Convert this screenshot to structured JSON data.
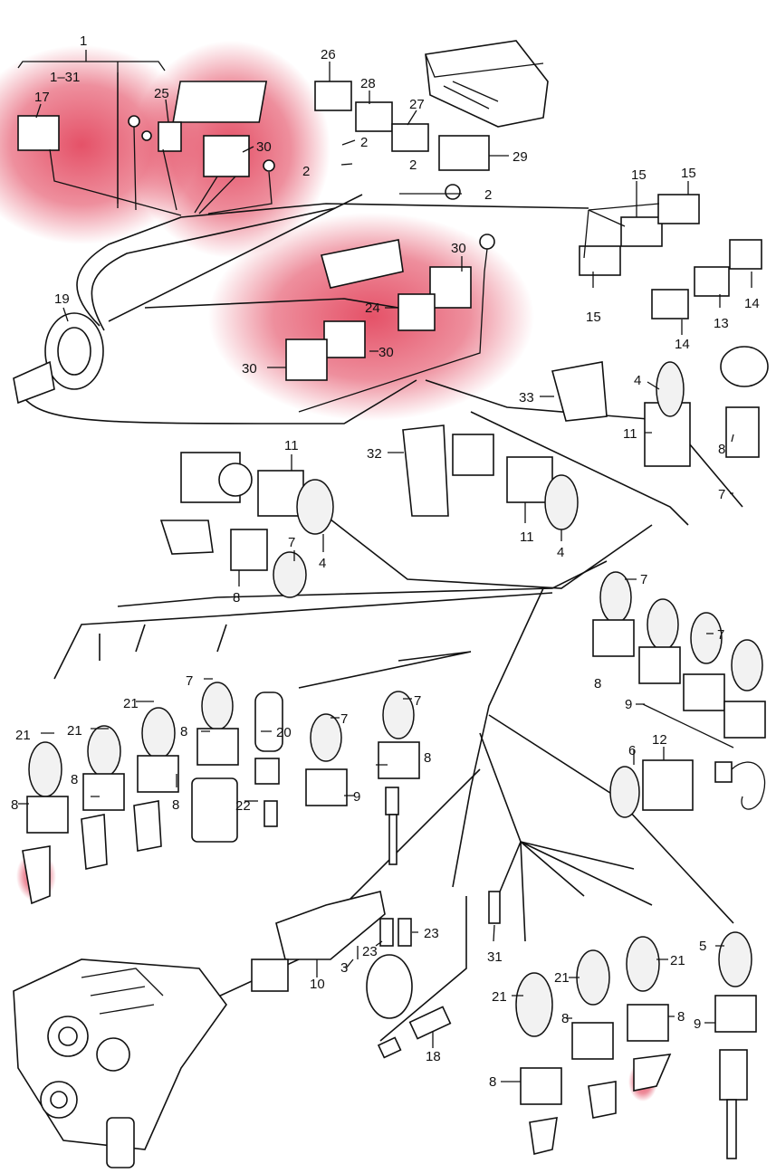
{
  "diagram": {
    "highlight_color": "#e0334d",
    "line_color": "#111111",
    "callouts": {
      "c1": "1",
      "c1_31": "1–31",
      "c17": "17",
      "c25": "25",
      "c30a": "30",
      "c26": "26",
      "c28": "28",
      "c27": "27",
      "c2a": "2",
      "c2b": "2",
      "c2c": "2",
      "c2d": "2",
      "c29": "29",
      "c15a": "15",
      "c15b": "15",
      "c15c": "15",
      "c14a": "14",
      "c14b": "14",
      "c13": "13",
      "c19": "19",
      "c30b": "30",
      "c24": "24",
      "c30c": "30",
      "c30d": "30",
      "c33": "33",
      "c4a": "4",
      "c11a": "11",
      "c8a": "8",
      "c7a": "7",
      "c32": "32",
      "c11b": "11",
      "c11c": "11",
      "c4b": "4",
      "c4c": "4",
      "c7b": "7",
      "c8b": "8",
      "c7c": "7",
      "c7d": "7",
      "c8c": "8",
      "c9a": "9",
      "c21a": "21",
      "c21b": "21",
      "c21c": "21",
      "c7e": "7",
      "c8d": "8",
      "c20": "20",
      "c7f": "7",
      "c7g": "7",
      "c8e": "8",
      "c9b": "9",
      "c8f": "8",
      "c8g": "8",
      "c8h": "8",
      "c22": "22",
      "c6": "6",
      "c12": "12",
      "c23a": "23",
      "c23b": "23",
      "c31": "31",
      "c10": "10",
      "c3": "3",
      "c5": "5",
      "c21d": "21",
      "c21e": "21",
      "c21f": "21",
      "c8i": "8",
      "c8j": "8",
      "c8k": "8",
      "c9c": "9",
      "c18": "18"
    }
  }
}
